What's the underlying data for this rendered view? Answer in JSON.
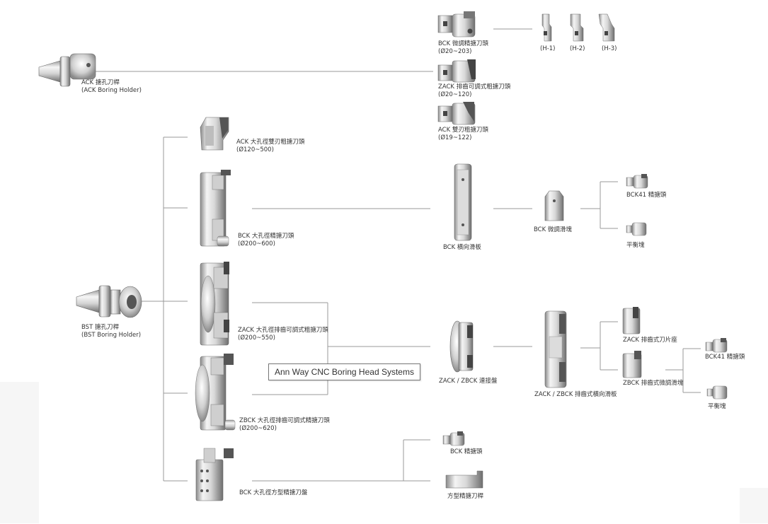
{
  "tooltip": "Ann Way CNC Boring Head Systems",
  "holders": {
    "ack": {
      "name": "ACK 搪孔刀桿",
      "sub": "(ACK Boring Holder)"
    },
    "bst": {
      "name": "BST 搪孔刀桿",
      "sub": "(BST Boring Holder)"
    }
  },
  "heads_top": {
    "bck_fine": {
      "name": "BCK 微調精搪刀頭",
      "range": "(Ø20~203)"
    },
    "zack_rough": {
      "name": "ZACK 排齒可調式粗搪刀頭",
      "range": "(Ø20~120)"
    },
    "ack_twin": {
      "name": "ACK 雙刃粗搪刀頭",
      "range": "(Ø19~122)"
    },
    "inserts": [
      "(H-1)",
      "(H-2)",
      "(H-3)"
    ]
  },
  "large_heads": {
    "ack_large": {
      "name": "ACK 大孔徑雙刃粗搪刀頭",
      "range": "(Ø120~500)"
    },
    "bck_large": {
      "name": "BCK 大孔徑精搪刀頭",
      "range": "(Ø200~600)"
    },
    "zack_large": {
      "name": "ZACK 大孔徑排齒可調式粗搪刀頭",
      "range": "(Ø200~550)"
    },
    "zbck_large": {
      "name": "ZBCK 大孔徑排齒可調式精搪刀頭",
      "range": "(Ø200~620)"
    },
    "bck_square": {
      "name": "BCK 大孔徑方型精搪刀盤"
    }
  },
  "components": {
    "bck_slide": "BCK 橫向滑板",
    "bck_micro_block": "BCK 微調滑塊",
    "bck41_head": "BCK41 精搪頭",
    "balance_block": "平衡塊",
    "zack_connector": "ZACK / ZBCK 連接盤",
    "zack_slide": "ZACK / ZBCK 排齒式橫向滑板",
    "zack_insert_seat": "ZACK 排齒式刀片座",
    "zbck_micro_block": "ZBCK 排齒式微調滑塊",
    "bck41_head_2": "BCK41 精搪頭",
    "balance_block_2": "平衡塊",
    "bck_fine_head": "BCK 精搪頭",
    "square_bar": "方型精搪刀桿"
  },
  "colors": {
    "line": "#9a9a9a",
    "metal_light": "#eeeeee",
    "metal_mid": "#c9c9c9",
    "metal_dark": "#555555",
    "text": "#333333"
  }
}
